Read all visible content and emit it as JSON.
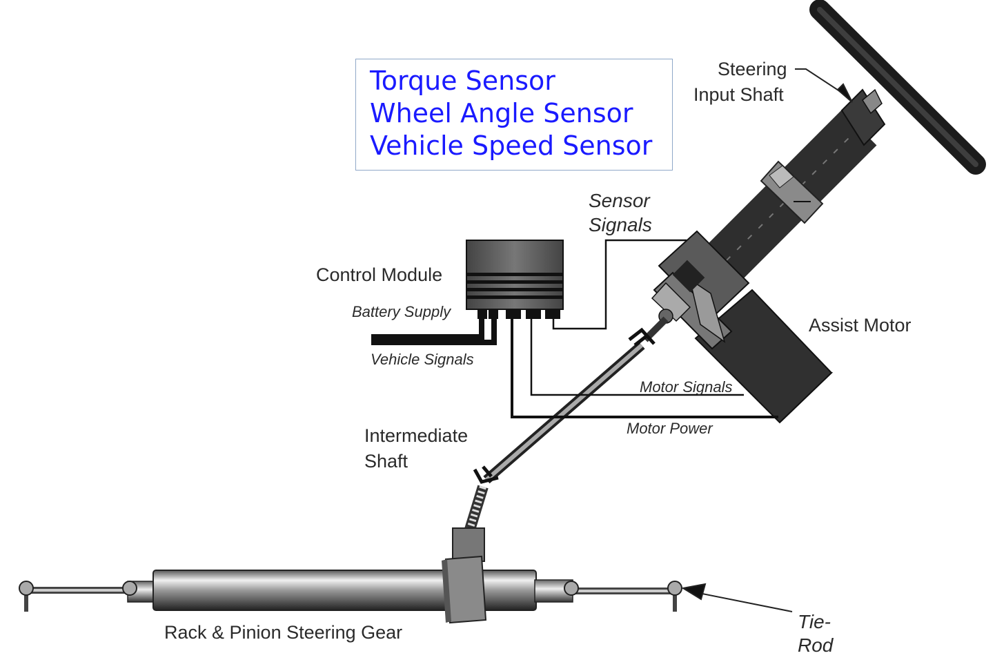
{
  "sensor_box": {
    "lines": [
      "Torque Sensor",
      "Wheel Angle Sensor",
      "Vehicle Speed Sensor"
    ],
    "text_color": "#1a1aff",
    "border_color": "#8fa8c8"
  },
  "labels": {
    "steering_input_shaft": [
      "Steering",
      "Input Shaft"
    ],
    "sensor_signals": [
      "Sensor",
      "Signals"
    ],
    "control_module": "Control Module",
    "battery_supply": "Battery Supply",
    "vehicle_signals": "Vehicle Signals",
    "assist_motor": "Assist Motor",
    "motor_signals": "Motor Signals",
    "motor_power": "Motor Power",
    "intermediate_shaft": [
      "Intermediate",
      "Shaft"
    ],
    "rack_pinion": "Rack & Pinion Steering Gear",
    "tie_rod": [
      "Tie-",
      "Rod"
    ]
  }
}
